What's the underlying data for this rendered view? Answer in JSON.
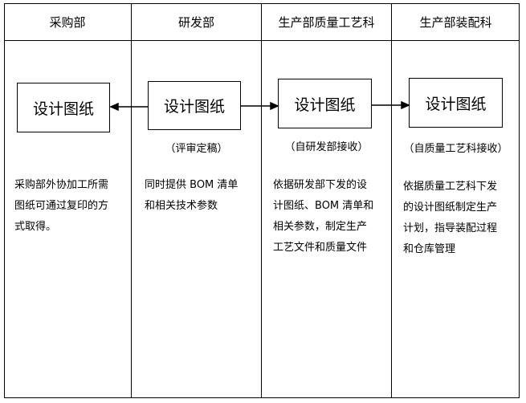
{
  "columns": [
    {
      "header": "采购部",
      "box": "设计图纸",
      "note": "",
      "desc": [
        "采购部外协加工所需",
        "图纸可通过复印的方",
        "式取得。"
      ]
    },
    {
      "header": "研发部",
      "box": "设计图纸",
      "note": "（评审定稿）",
      "desc": [
        "同时提供 BOM 清单",
        "和相关技术参数"
      ]
    },
    {
      "header": "生产部质量工艺科",
      "box": "设计图纸",
      "note": "（自研发部接收）",
      "desc": [
        "依据研发部下发的设",
        "计图纸、BOM 清单和",
        "相关参数，制定生产",
        "工艺文件和质量文件"
      ]
    },
    {
      "header": "生产部装配科",
      "box": "设计图纸",
      "note": "（自质量工艺科接收）",
      "desc": [
        "依据质量工艺科下发",
        "的设计图纸制定生产",
        "计划，指导装配过程",
        "和仓库管理"
      ]
    }
  ]
}
